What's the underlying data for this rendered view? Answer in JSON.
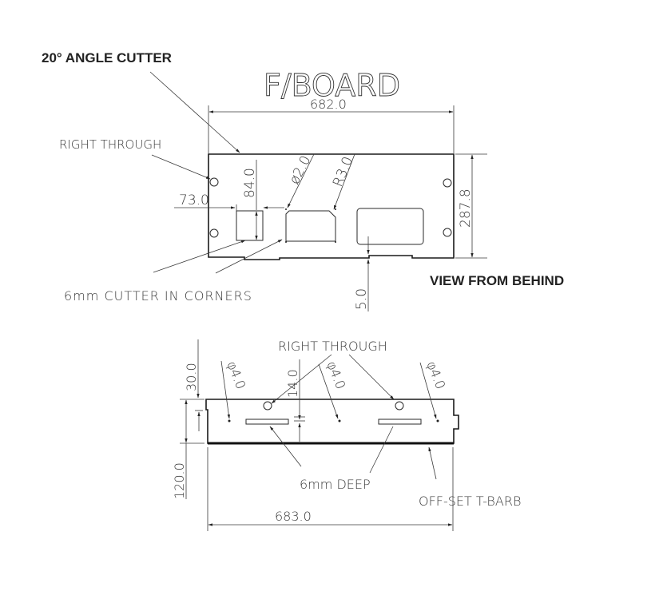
{
  "drawing": {
    "title": "F/BOARD",
    "notes": {
      "angle_cutter": "20° ANGLE CUTTER",
      "right_through_top": "RIGHT THROUGH",
      "cutter_corners": "6mm CUTTER IN CORNERS",
      "view_from_behind": "VIEW FROM BEHIND",
      "right_through_bottom": "RIGHT THROUGH",
      "deep": "6mm DEEP",
      "offset_tbarb": "OFF-SET T-BARB"
    },
    "top_view": {
      "dims": {
        "width": "682.0",
        "height": "287.8",
        "left_offset": "73.0",
        "cutout_height": "84.0",
        "hole_dia": "ø2.0",
        "radius": "R3.0",
        "bottom_offset": "5.0"
      }
    },
    "side_view": {
      "dims": {
        "width": "683.0",
        "top_offset": "30.0",
        "height": "120.0",
        "slot_offset": "14.0",
        "hole1": "φ4.0",
        "hole2": "φ4.0",
        "hole3": "φ4.0"
      }
    }
  }
}
